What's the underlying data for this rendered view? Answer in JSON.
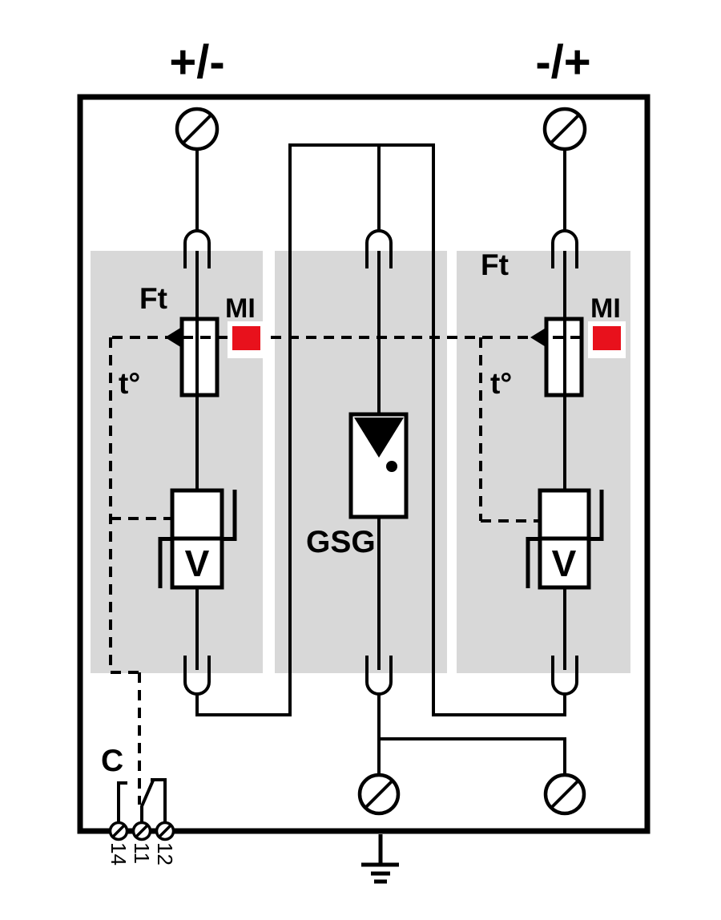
{
  "header": {
    "polarity_left": "+/-",
    "polarity_right": "-/+"
  },
  "modules": {
    "left": {
      "ft": "Ft",
      "mi": "MI",
      "temp": "t°",
      "varistor": "V"
    },
    "center": {
      "gsg": "GSG"
    },
    "right": {
      "ft": "Ft",
      "mi": "MI",
      "temp": "t°",
      "varistor": "V"
    }
  },
  "aux_contact": {
    "label": "C",
    "terminals": [
      "14",
      "11",
      "12"
    ]
  },
  "colors": {
    "indicator_red": "#e8111c",
    "module_gray": "#d8d8d8",
    "line_black": "#000000",
    "background": "#ffffff"
  }
}
